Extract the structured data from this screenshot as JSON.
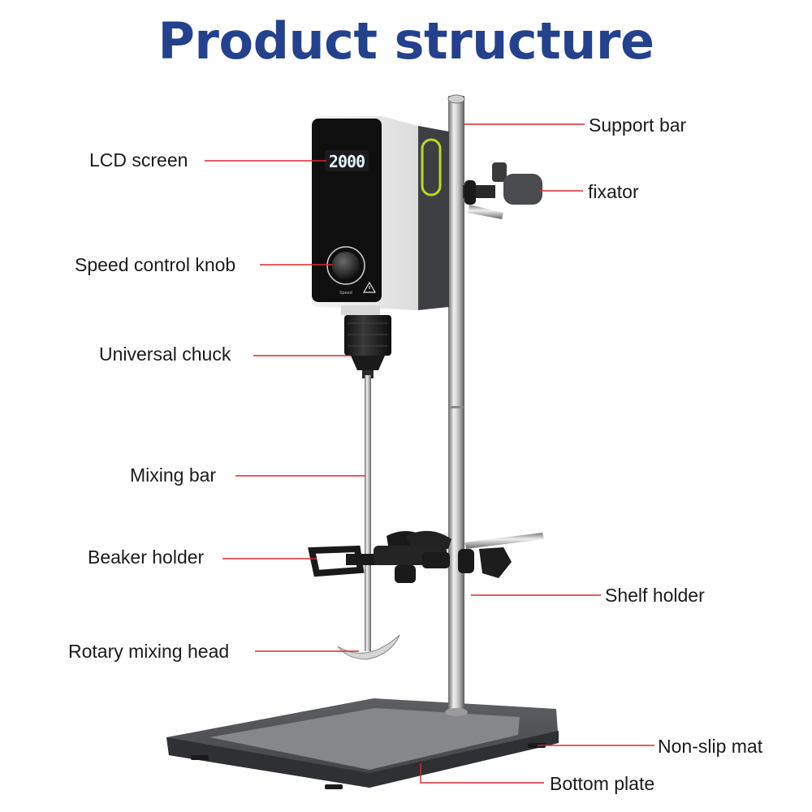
{
  "title": "Product structure",
  "display_value": "2000",
  "knob_caption": "Speed",
  "accent_color": "#24418e",
  "leader_color": "#d8282f",
  "indicator_color": "#b8d82a",
  "labels": {
    "lcd_screen": "LCD screen",
    "speed_control_knob": "Speed control knob",
    "universal_chuck": "Universal chuck",
    "mixing_bar": "Mixing bar",
    "beaker_holder": "Beaker holder",
    "rotary_mixing_head": "Rotary mixing head",
    "support_bar": "Support bar",
    "fixator": "fixator",
    "shelf_holder": "Shelf holder",
    "non_slip_mat": "Non-slip mat",
    "bottom_plate": "Bottom plate"
  }
}
